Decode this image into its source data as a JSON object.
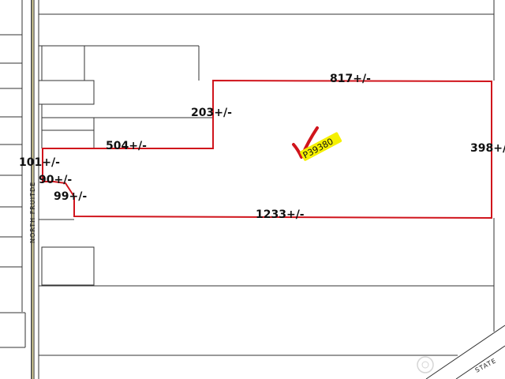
{
  "labels": {
    "top": "817+/-",
    "right": "398+/",
    "bottom": "1233+/-",
    "notch_vertical": "203+/-",
    "notch_horizontal": "504+/-",
    "left_top": "101+/-",
    "left_mid": "90+/-",
    "left_small": "99+/-"
  },
  "parcel": {
    "id": "P39380",
    "boundary_color": "#d0141c",
    "highlight_color": "#f5f000",
    "check_color": "#d0141c"
  },
  "streets": {
    "north_fruitdale": "NORTH FRUITDE",
    "state": "STATE"
  }
}
